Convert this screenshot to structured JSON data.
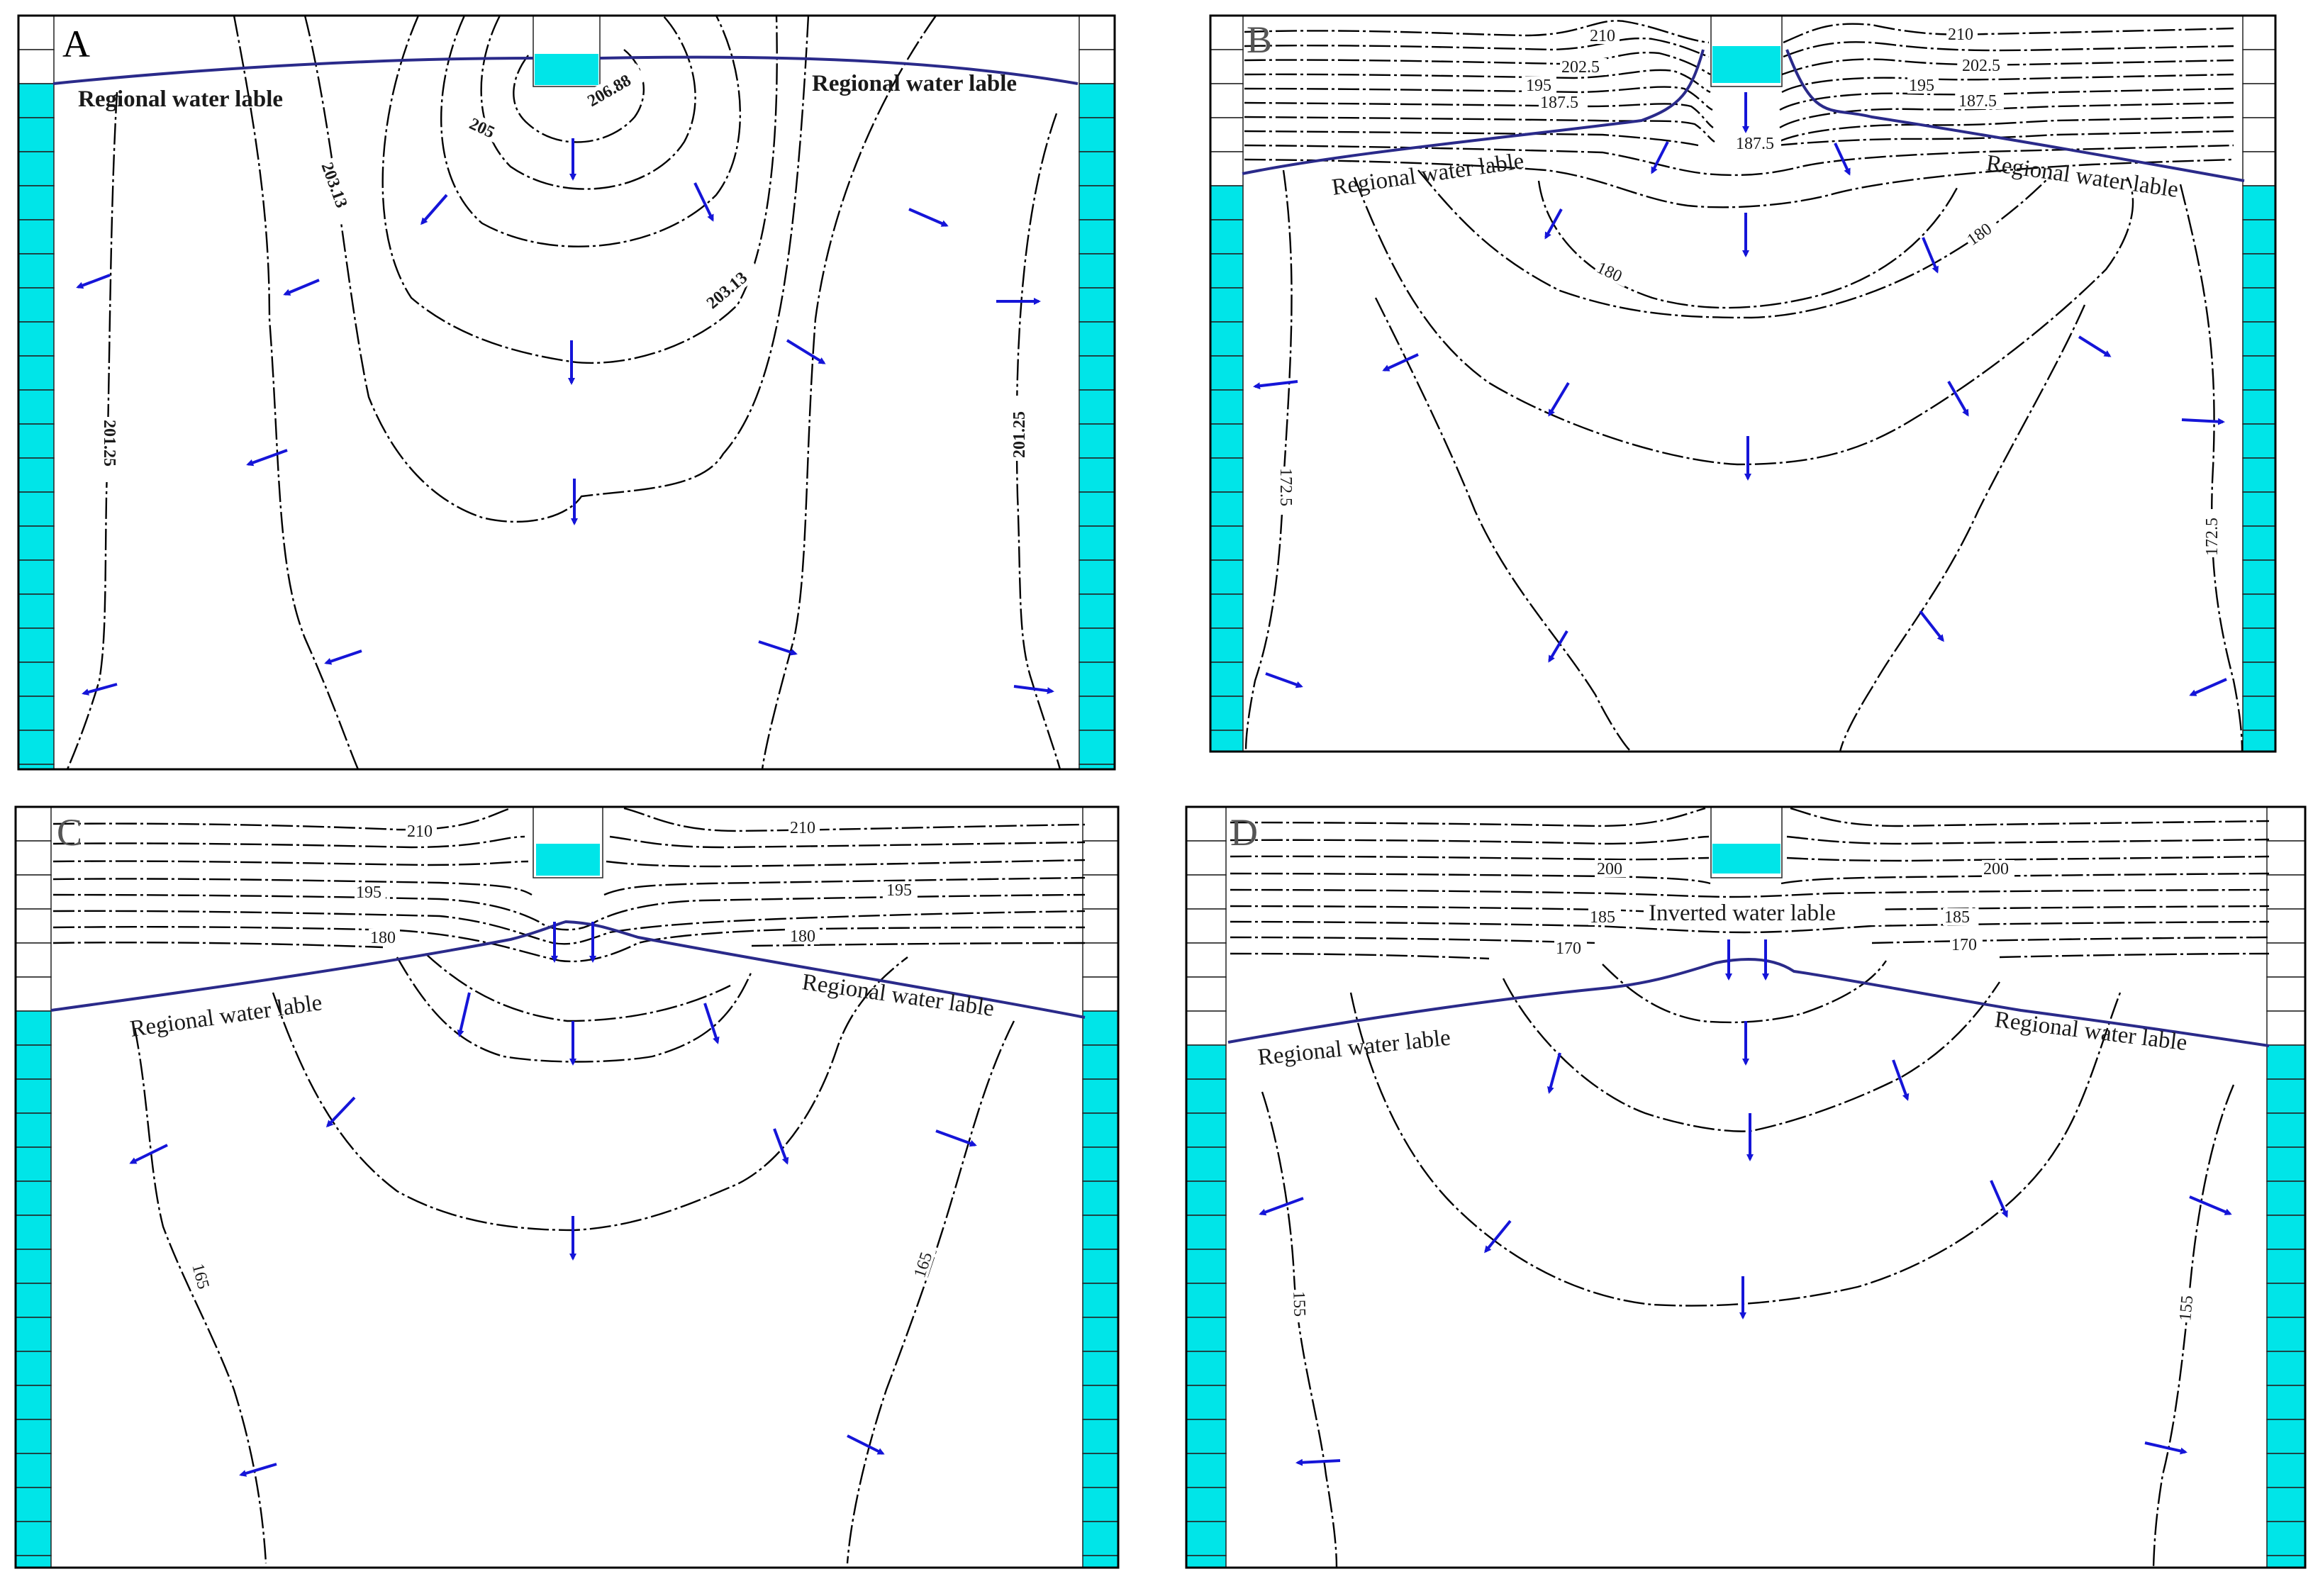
{
  "panels": [
    {
      "id": "A",
      "label": "A",
      "water_table_labels": [
        "Regional water lable",
        "Regional water lable"
      ],
      "contour_labels": [
        "206.88",
        "205",
        "203.13",
        "203.13",
        "201.25",
        "201.25"
      ]
    },
    {
      "id": "B",
      "label": "B",
      "water_table_labels": [
        "Regional water lable",
        "Regional water lable"
      ],
      "contour_labels": [
        "210",
        "210",
        "202.5",
        "202.5",
        "195",
        "195",
        "187.5",
        "187.5",
        "187.5",
        "180",
        "180",
        "172.5",
        "172.5"
      ]
    },
    {
      "id": "C",
      "label": "C",
      "water_table_labels": [
        "Regional water lable",
        "Regional water lable"
      ],
      "contour_labels": [
        "210",
        "210",
        "195",
        "195",
        "180",
        "180",
        "165",
        "165"
      ]
    },
    {
      "id": "D",
      "label": "D",
      "water_table_labels": [
        "Regional water lable",
        "Regional water lable"
      ],
      "inverted_label": "Inverted water lable",
      "contour_labels": [
        "200",
        "200",
        "185",
        "185",
        "170",
        "170",
        "155",
        "155"
      ]
    }
  ],
  "colors": {
    "aquifer": "#00e5e8",
    "water_table_line": "#2a2a8a",
    "flow_arrow": "#1515d8",
    "contour": "#000000"
  },
  "icons": [
    "flow-arrow-icon",
    "pond-icon"
  ]
}
